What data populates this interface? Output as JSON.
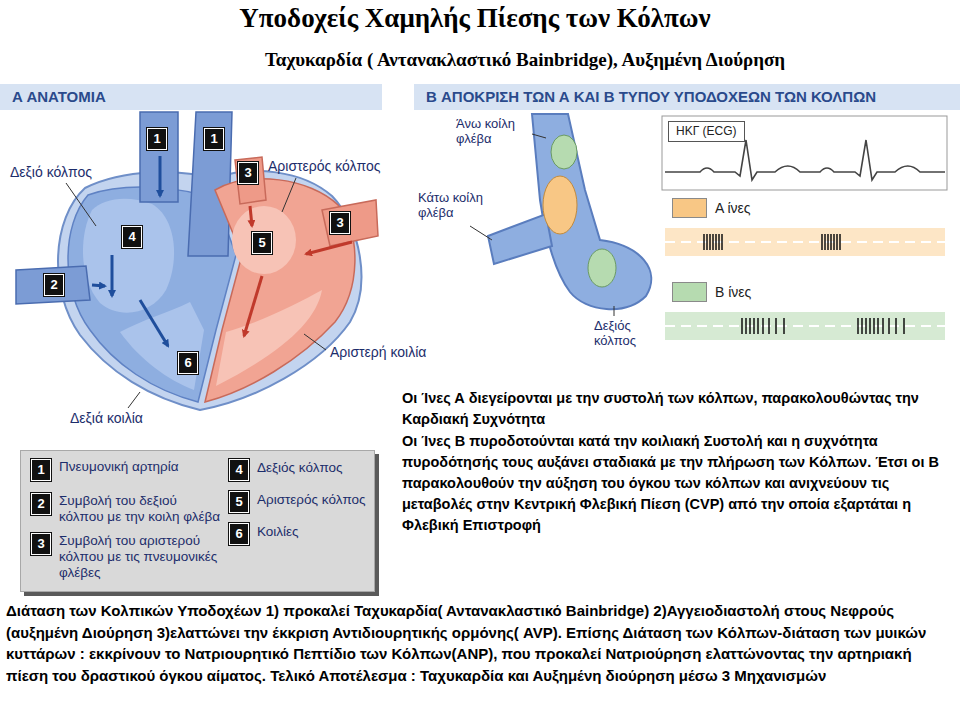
{
  "diagram": {
    "title": "Υποδοχείς Χαμηλής Πίεσης των Κόλπων",
    "nodes": [
      {
        "text": [
          "A ΑΝΑΤΟΜΙΑ"
        ]
      },
      {
        "text": [
          "B ΑΠΟΚΡΙΣΗ ΤΩΝ Α ΚΑΙ Β ΤΥΠΟΥ ΥΠΟΔΟΧΕΩΝ ΤΩΝ ΚΟΛΠΩΝ"
        ]
      },
      {
        "text": [
          "1"
        ]
      },
      {
        "text": [
          "1"
        ]
      },
      {
        "text": [
          "3"
        ]
      },
      {
        "text": [
          "4"
        ]
      },
      {
        "text": [
          "2"
        ]
      },
      {
        "text": [
          "5"
        ]
      },
      {
        "text": [
          "3"
        ]
      },
      {
        "text": [
          "6"
        ]
      },
      {
        "text": [
          "ΗΚΓ (ECG)"
        ]
      },
      {
        "text": [
          "Πνευμονική αρτηρία",
          "Συμβολή του δεξιού κόλπου με την κοιλη φλέβα",
          "Συμβολή του αριστερού κόλπου με τις πνευμονικές φλέβες",
          "Δεξιός κόλπος",
          "Αριστερός κόλπος",
          "Κοιλίες"
        ]
      },
      {
        "text": [
          "1"
        ],
        "in": 11
      },
      {
        "text": [
          "2"
        ],
        "in": 11
      },
      {
        "text": [
          "3"
        ],
        "in": 11
      },
      {
        "text": [
          "4"
        ],
        "in": 11
      },
      {
        "text": [
          "5"
        ],
        "in": 11
      },
      {
        "text": [
          "6"
        ],
        "in": 11
      }
    ],
    "labels": [
      "Ταχυκαρδία ( Αντανακλαστικό Bainbridge), Αυξημένη Διούρηση",
      "Δεξιό κόλπος",
      "Αριστερός κόλπος",
      "Αριστερή κοιλία",
      "Δεξιά κοιλία",
      "Άνω κοίλη φλέβα",
      "Κάτω κοίλη φλέβα",
      "Δεξιός κόλπος",
      "Οι Ίνες Α διεγείρονται με την συστολή των κόλπων, παρακολουθώντας την Καρδιακή Συχνότητα",
      "Οι Ίνες Β πυροδοτούνται κατά την κοιλιακή Συστολή και η συχνότητα πυροδότησής τους αυξάνει σταδιακά με την πλήρωση των Κόλπων. Έτσι οι Β παρακολουθούν την αύξηση του όγκου των κόλπων και ανιχνεύουν τις μεταβολές στην Κεντρική Φλεβική Πίεση (CVP) από την οποία εξαρτάται η Φλεβική Επιστροφή",
      "Διάταση των Κολπικών Υποδοχέων 1) προκαλεί Ταχυκαρδία( Αντανακλαστικό Bainbridge) 2)Αγγειοδιαστολή στους Νεφρούς (αυξημένη Διούρηση 3)ελαττώνει την έκκριση Αντιδιουρητικής ορμόνης( AVP). Επίσης Διάταση των Κόλπων-διάταση των μυικών κυττάρων : εκκρίνουν το Νατριουρητικό Πεπτίδιο των Κόλπων(ANP), που προκαλεί Νατριούρηση ελαττώνοντας την αρτηριακή πίεση του δραστικού όγκου αίματος. Τελικό Αποτέλεσμα : Ταχυκαρδία και Αυξημένη διούρηση μέσω 3 Μηχανισμών"
    ],
    "legend": [
      {
        "text": "A ίνες",
        "color": "#f8c785"
      },
      {
        "text": "B ίνες",
        "color": "#b6dbb0"
      }
    ]
  }
}
